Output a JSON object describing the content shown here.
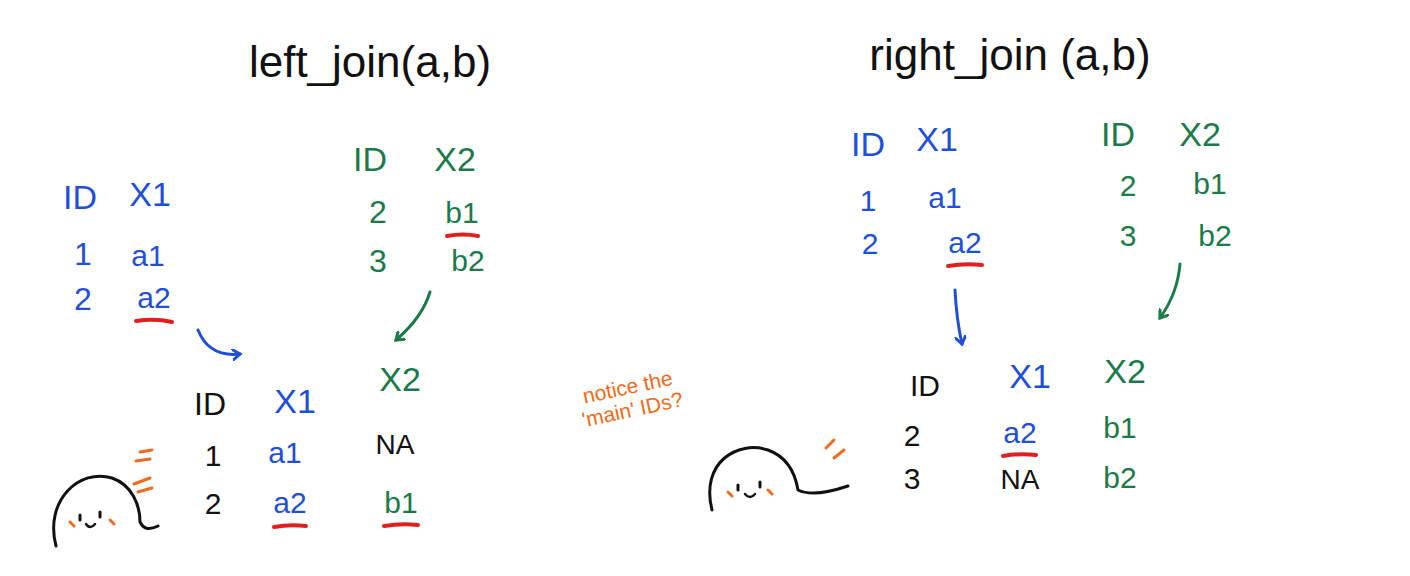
{
  "diagram": {
    "labels": [
      "left_join(a,b)",
      "ID",
      "X1",
      "1",
      "a1",
      "2",
      "a2",
      "ID",
      "X2",
      "2",
      "b1",
      "3",
      "b2",
      "ID",
      "X1",
      "X2",
      "1",
      "a1",
      "NA",
      "2",
      "a2",
      "b1",
      "right_join (a,b)",
      "ID",
      "X1",
      "1",
      "a1",
      "2",
      "a2",
      "ID",
      "X2",
      "2",
      "b1",
      "3",
      "b2",
      "notice the 'main' IDs?",
      "ID",
      "X1",
      "X2",
      "2",
      "a2",
      "b1",
      "3",
      "NA",
      "b2"
    ]
  }
}
